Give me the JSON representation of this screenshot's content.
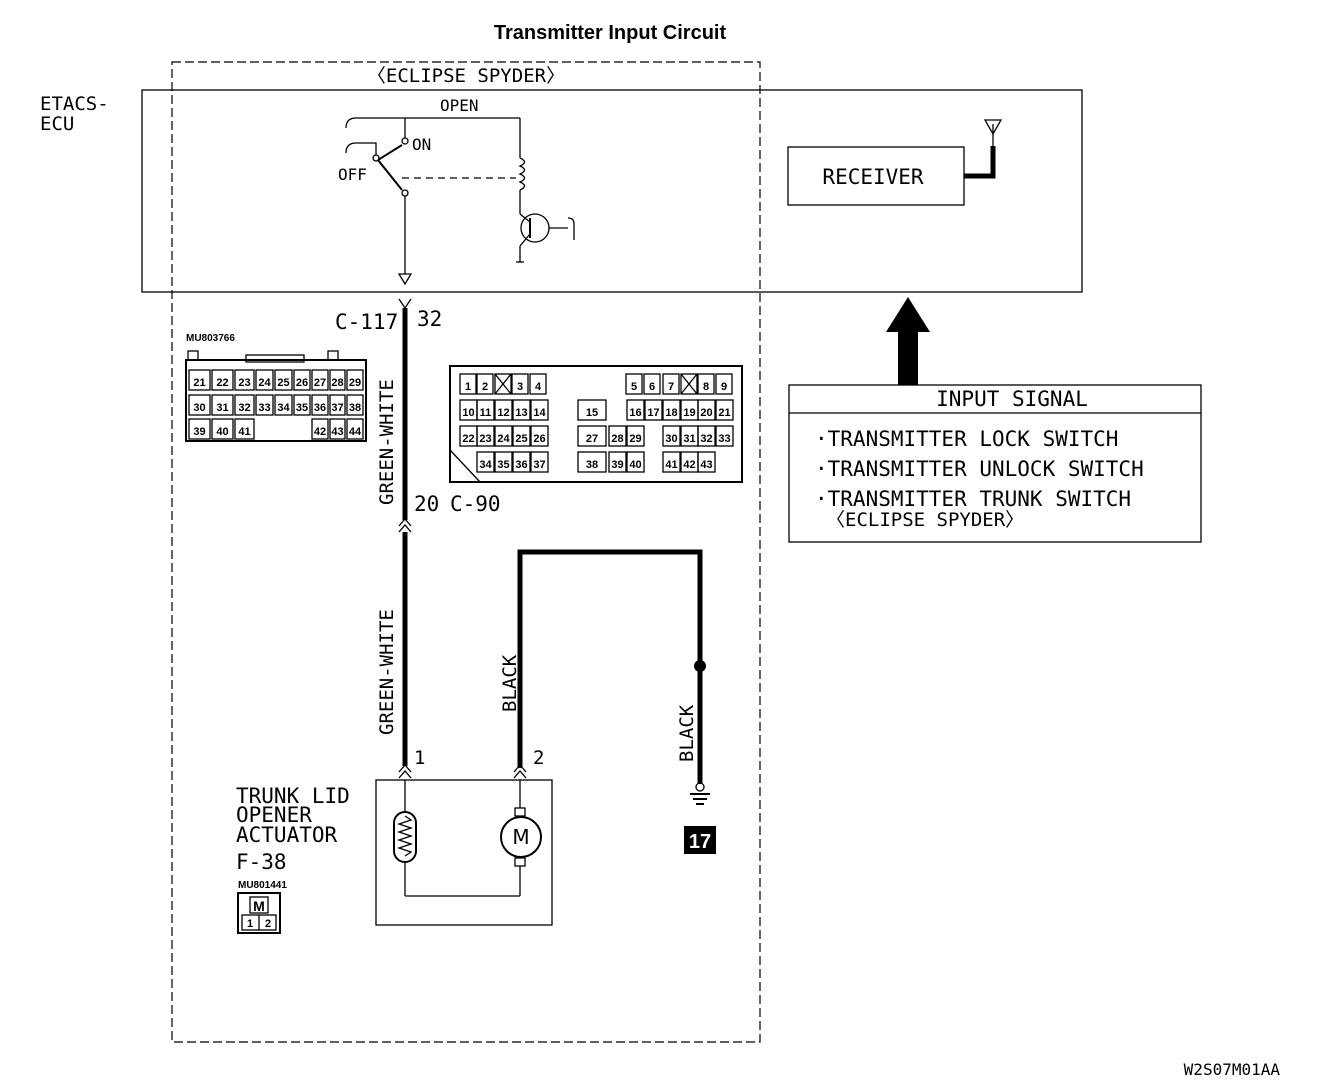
{
  "title": "Transmitter Input Circuit",
  "variant_label": "〈ECLIPSE SPYDER〉",
  "ecu": {
    "name_line1": "ETACS-",
    "name_line2": "ECU"
  },
  "switch": {
    "open": "OPEN",
    "on": "ON",
    "off": "OFF"
  },
  "receiver": {
    "label": "RECEIVER"
  },
  "connectors": {
    "c117": {
      "name": "C-117",
      "pin": "32",
      "part": "MU803766",
      "rows": [
        [
          "21",
          "22",
          "23",
          "24",
          "25",
          "26",
          "27",
          "28",
          "29"
        ],
        [
          "30",
          "31",
          "32",
          "33",
          "34",
          "35",
          "36",
          "37",
          "38"
        ],
        [
          "39",
          "40",
          "41",
          "42",
          "43",
          "44"
        ]
      ]
    },
    "c90": {
      "name": "C-90",
      "pin": "20",
      "rows": [
        [
          "1",
          "2",
          "3",
          "4",
          "5",
          "6",
          "7",
          "8",
          "9"
        ],
        [
          "10",
          "11",
          "12",
          "13",
          "14",
          "15",
          "16",
          "17",
          "18",
          "19",
          "20",
          "21"
        ],
        [
          "22",
          "23",
          "24",
          "25",
          "26",
          "27",
          "28",
          "29",
          "30",
          "31",
          "32",
          "33"
        ],
        [
          "34",
          "35",
          "36",
          "37",
          "38",
          "39",
          "40",
          "41",
          "42",
          "43"
        ]
      ]
    }
  },
  "wires": {
    "ecu_to_c90": "GREEN-WHITE",
    "c90_to_actuator": "GREEN-WHITE",
    "pin2_wire": "BLACK",
    "ground_wire": "BLACK"
  },
  "actuator": {
    "line1": "TRUNK LID",
    "line2": "OPENER",
    "line3": "ACTUATOR",
    "code": "F-38",
    "part": "MU801441",
    "pin1": "1",
    "pin2": "2",
    "symbol": "M",
    "mini_pin1": "1",
    "mini_pin2": "2"
  },
  "ground": {
    "number": "17"
  },
  "input_signal": {
    "header": "INPUT SIGNAL",
    "items": [
      "·TRANSMITTER LOCK SWITCH",
      "·TRANSMITTER UNLOCK SWITCH",
      "·TRANSMITTER TRUNK SWITCH"
    ],
    "note": "〈ECLIPSE SPYDER〉"
  },
  "figure_code": "W2S07M01AA"
}
